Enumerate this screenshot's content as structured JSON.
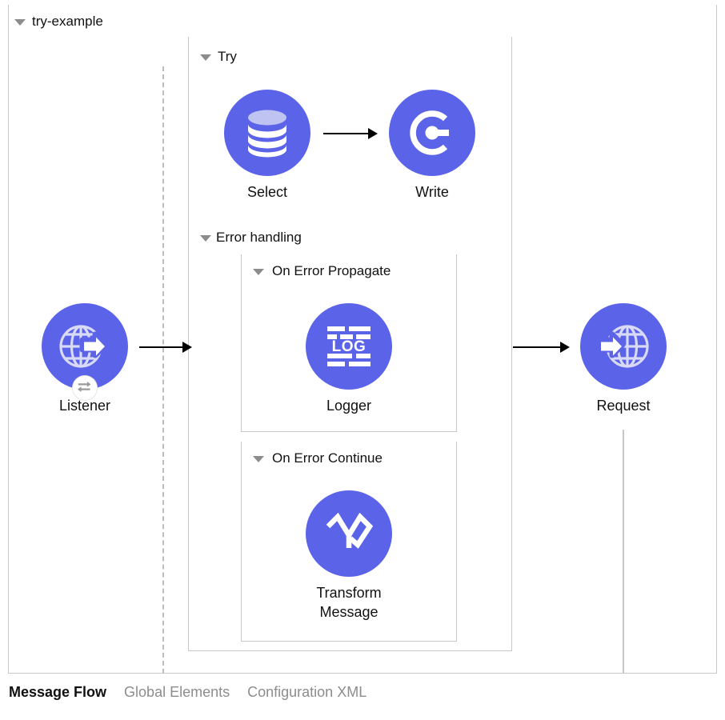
{
  "flow": {
    "title": "try-example",
    "accent_color": "#4a90d9",
    "node_color": "#5b63e8",
    "error_color": "#c0392f",
    "border_color": "#c8c8c8"
  },
  "scope": {
    "try_label": "Try",
    "error_handling_label": "Error handling"
  },
  "error_handlers": [
    {
      "label": "On Error Propagate"
    },
    {
      "label": "On Error Continue"
    }
  ],
  "nodes": {
    "listener": {
      "label": "Listener",
      "icon": "globe-outbound-icon",
      "badge_icon": "exchange-icon"
    },
    "select": {
      "label": "Select",
      "icon": "database-icon"
    },
    "write": {
      "label": "Write",
      "icon": "write-c-icon"
    },
    "logger": {
      "label": "Logger",
      "icon": "log-icon",
      "icon_text": "LOG"
    },
    "transform": {
      "label": "Transform\nMessage",
      "icon": "transform-message-icon"
    },
    "request": {
      "label": "Request",
      "icon": "globe-inbound-icon"
    }
  },
  "tabs": [
    {
      "label": "Message Flow",
      "active": true
    },
    {
      "label": "Global Elements",
      "active": false
    },
    {
      "label": "Configuration XML",
      "active": false
    }
  ]
}
